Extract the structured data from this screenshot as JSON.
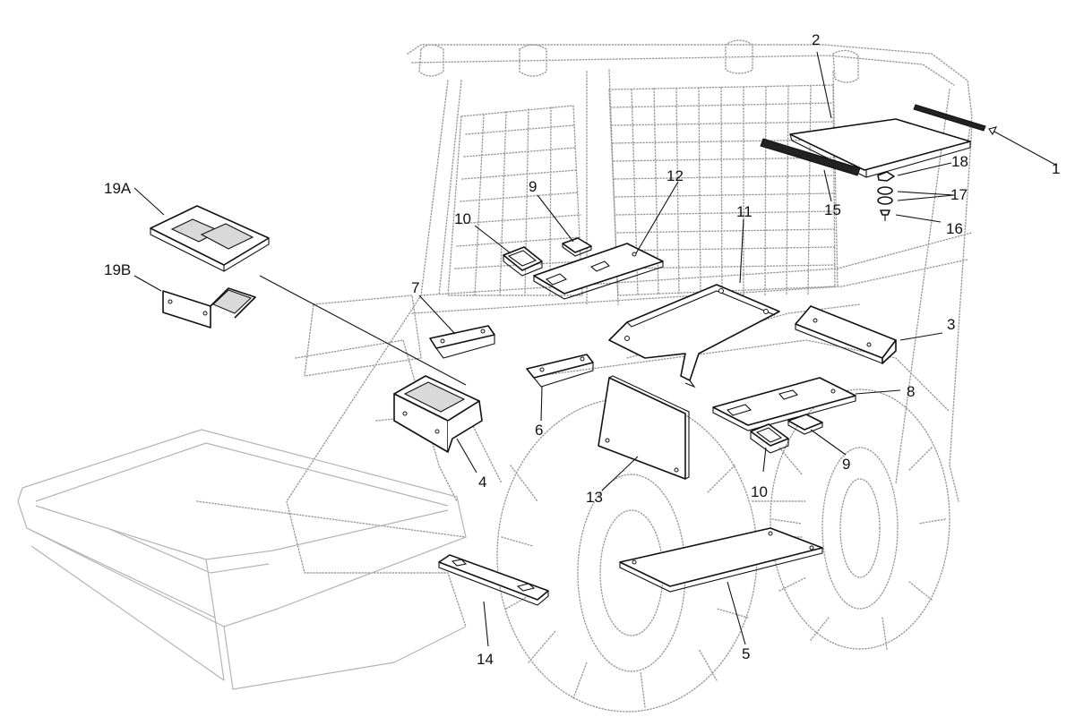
{
  "callouts": [
    {
      "id": "c1",
      "label": "1"
    },
    {
      "id": "c2",
      "label": "2"
    },
    {
      "id": "c3",
      "label": "3"
    },
    {
      "id": "c4",
      "label": "4"
    },
    {
      "id": "c5",
      "label": "5"
    },
    {
      "id": "c6",
      "label": "6"
    },
    {
      "id": "c7",
      "label": "7"
    },
    {
      "id": "c8",
      "label": "8"
    },
    {
      "id": "c9a",
      "label": "9"
    },
    {
      "id": "c9b",
      "label": "9"
    },
    {
      "id": "c10a",
      "label": "10"
    },
    {
      "id": "c10b",
      "label": "10"
    },
    {
      "id": "c11",
      "label": "11"
    },
    {
      "id": "c12",
      "label": "12"
    },
    {
      "id": "c13",
      "label": "13"
    },
    {
      "id": "c14",
      "label": "14"
    },
    {
      "id": "c15",
      "label": "15"
    },
    {
      "id": "c16",
      "label": "16"
    },
    {
      "id": "c17",
      "label": "17"
    },
    {
      "id": "c18",
      "label": "18"
    },
    {
      "id": "c19a",
      "label": "19A"
    },
    {
      "id": "c19b",
      "label": "19B"
    }
  ]
}
